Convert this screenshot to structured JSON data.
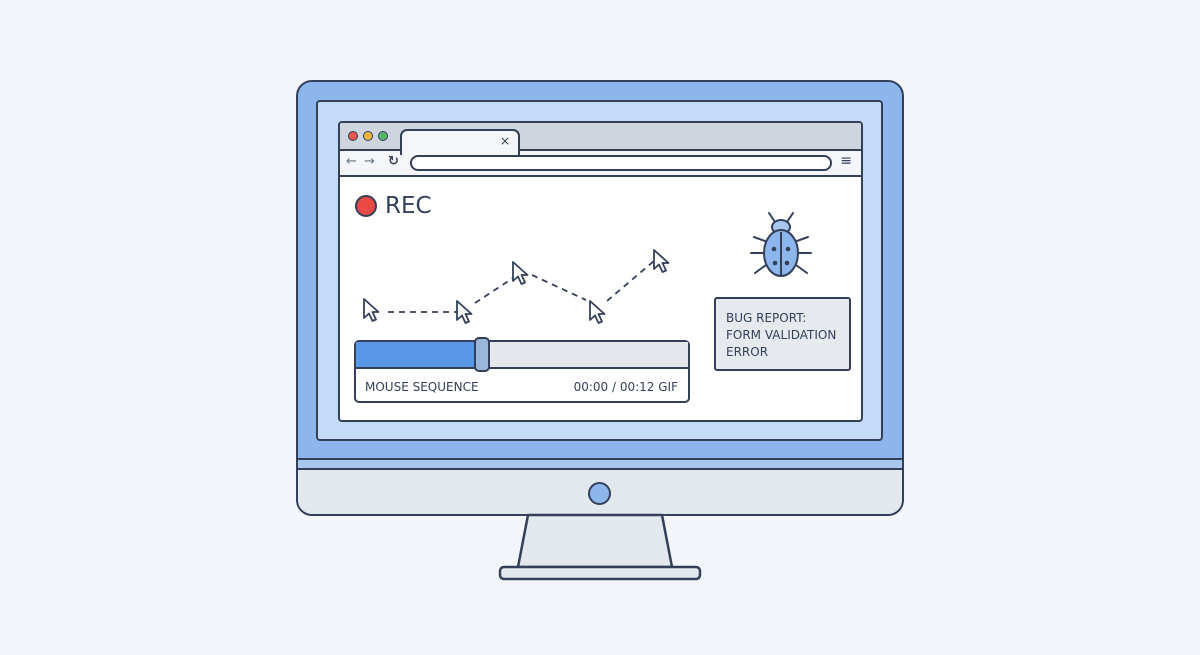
{
  "browser": {
    "tab_close": "×",
    "nav": {
      "back": "←",
      "forward": "→",
      "reload": "↻",
      "menu": "≡"
    }
  },
  "recording": {
    "label": "REC",
    "color": "#ea4a43"
  },
  "player": {
    "title": "MOUSE SEQUENCE",
    "time": "00:00 / 00:12 GIF",
    "progress": 0.38,
    "accent": "#5a97e6"
  },
  "bug_report": {
    "icon": "bug-icon",
    "lines": [
      "BUG REPORT:",
      "FORM VALIDATION",
      "ERROR"
    ]
  },
  "colors": {
    "outline": "#34405a",
    "monitor_frame": "#8db6ec",
    "background": "#f2f5f9"
  }
}
